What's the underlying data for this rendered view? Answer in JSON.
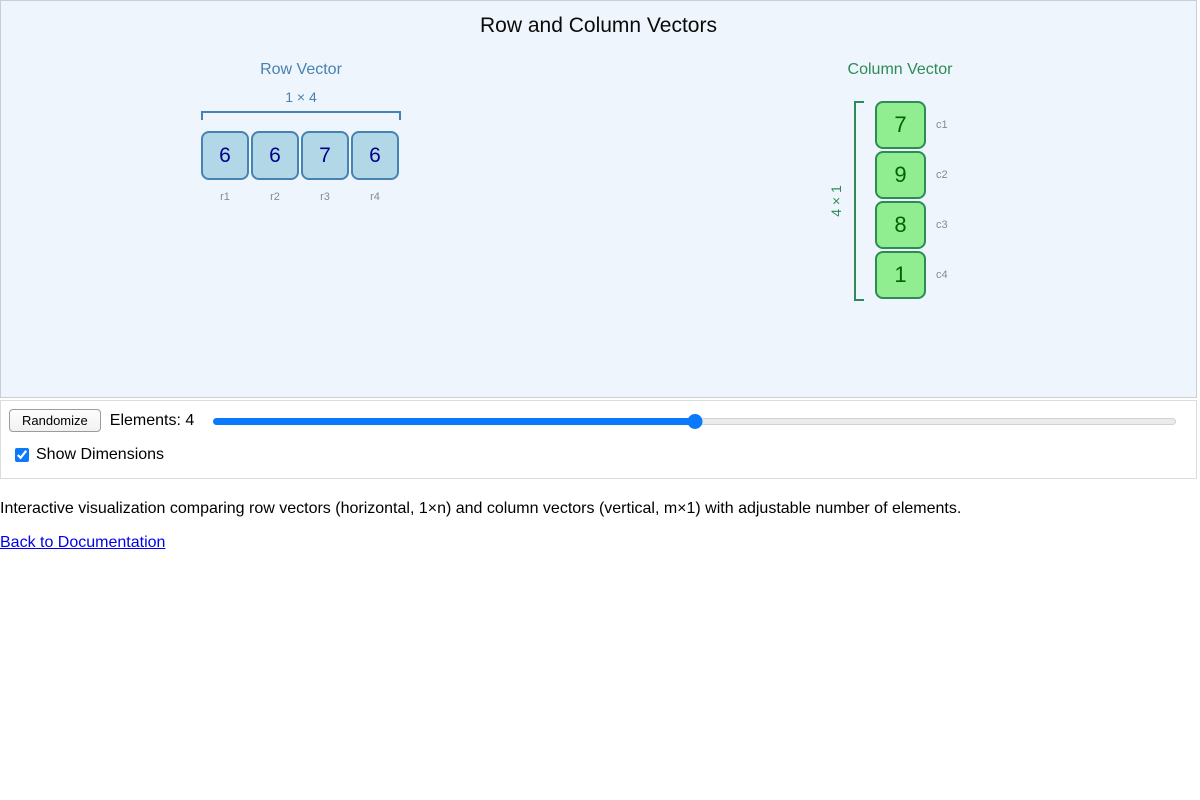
{
  "page": {
    "title": "Row and Column Vectors",
    "description": "Interactive visualization comparing row vectors (horizontal, 1×n) and column vectors (vertical, m×1) with adjustable number of elements.",
    "back_link": "Back to Documentation"
  },
  "row_vector": {
    "label": "Row Vector",
    "dimension": "1 × 4",
    "values": [
      "6",
      "6",
      "7",
      "6"
    ],
    "index_labels": [
      "r1",
      "r2",
      "r3",
      "r4"
    ]
  },
  "column_vector": {
    "label": "Column Vector",
    "dimension": "4 × 1",
    "values": [
      "7",
      "9",
      "8",
      "1"
    ],
    "index_labels": [
      "c1",
      "c2",
      "c3",
      "c4"
    ]
  },
  "controls": {
    "randomize_label": "Randomize",
    "elements_label": "Elements: 4",
    "slider_percent": 50,
    "show_dimensions_label": "Show Dimensions",
    "show_dimensions_checked": true
  },
  "colors": {
    "panel_bg": "#eef5fc",
    "row_accent": "#4682b4",
    "row_cell_bg": "#b2d8e8",
    "row_value": "#00008b",
    "col_accent": "#2e8b57",
    "col_cell_bg": "#90ee90",
    "col_value": "#006400",
    "slider_blue": "#0b79fb",
    "link_blue": "#0000ee"
  }
}
